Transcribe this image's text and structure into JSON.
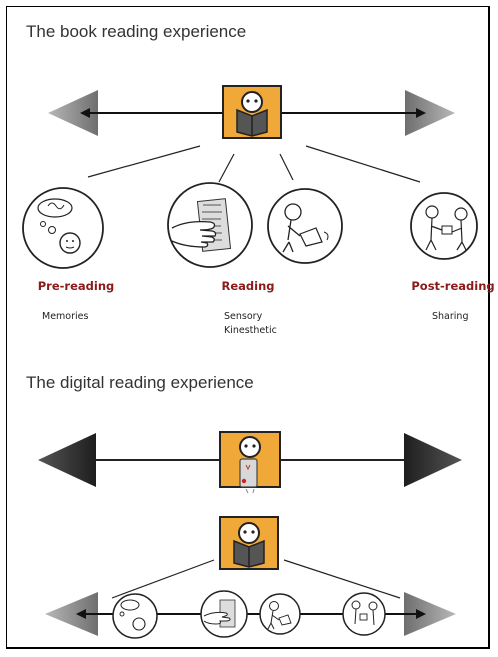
{
  "book_section": {
    "title": "The book reading experience",
    "stages": [
      {
        "label": "Pre-reading",
        "details": [
          "Memories"
        ]
      },
      {
        "label": "Reading",
        "details": [
          "Sensory",
          "Kinesthetic"
        ]
      },
      {
        "label": "Post-reading",
        "details": [
          "Sharing"
        ]
      }
    ]
  },
  "digital_section": {
    "title": "The digital reading experience"
  },
  "colors": {
    "accent_orange": "#f0a838",
    "stage_red": "#8b1a1a",
    "arrow_gray": "#8a8a8a",
    "arrow_dark": "#3a3a3a"
  },
  "icons": [
    "reader-book-icon",
    "reader-phone-icon",
    "thought-bubble-icon",
    "hand-touch-icon",
    "person-reading-icon",
    "people-sharing-icon"
  ]
}
